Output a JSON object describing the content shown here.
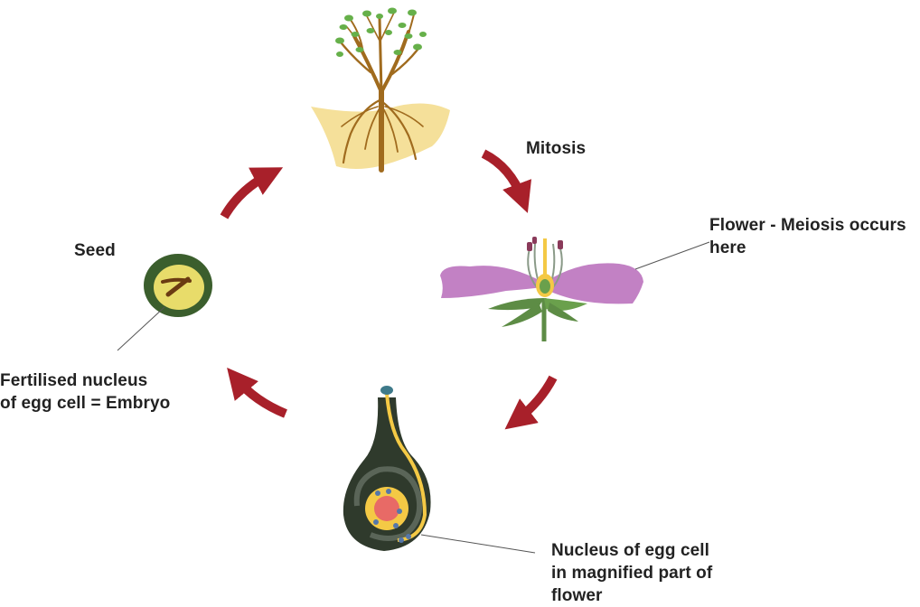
{
  "labels": {
    "mitosis": "Mitosis",
    "flower_line1": "Flower - Meiosis occurs",
    "flower_line2": "here",
    "seed": "Seed",
    "embryo_line1": "Fertilised nucleus",
    "embryo_line2": "of egg cell = Embryo",
    "egg_line1": "Nucleus of egg cell",
    "egg_line2": "in magnified part of",
    "egg_line3": "flower"
  },
  "colors": {
    "arrow": "#a8202a",
    "soil": "#f5e09a",
    "trunk": "#a06b1e",
    "leaf": "#66b04a",
    "petal": "#c281c4",
    "stem": "#5d8c45",
    "ovule_dark": "#2f3a2c",
    "pollen_tube": "#f4c945",
    "seed_coat": "#3b5e2d",
    "seed_inner": "#e8dc6a",
    "embryo": "#6b3b12",
    "leader_line": "#555555"
  },
  "icons": [
    "cycle-arrow-icon",
    "tree-icon",
    "flower-icon",
    "ovule-icon",
    "seed-icon"
  ]
}
